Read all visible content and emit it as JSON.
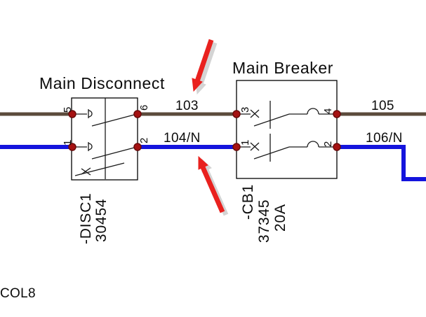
{
  "schematic": {
    "disconnect": {
      "title": "Main Disconnect",
      "tag": "-DISC1",
      "part_number": "30454",
      "terminals": {
        "top_left": "5",
        "top_right": "6",
        "bottom_left": "1",
        "bottom_right": "2"
      }
    },
    "breaker": {
      "title": "Main Breaker",
      "tag": "-CB1",
      "part_number": "37345",
      "rating": "20A",
      "terminals": {
        "top_left": "3",
        "top_right": "4",
        "bottom_left": "1",
        "bottom_right": "2"
      }
    },
    "wire_labels": {
      "phase_mid": "103",
      "neutral_mid": "104/N",
      "phase_out": "105",
      "neutral_out": "106/N"
    },
    "footer_label": "COL8",
    "colors": {
      "phase_wire": "#5b4b3b",
      "neutral_wire": "#1414dd",
      "terminal_dot": "#a51212",
      "terminal_dot_border": "#6b0b0b",
      "annotation_arrow": "#e9211e",
      "arrow_shadow": "#c6c6c6",
      "symbol_line": "#1a1a1a"
    }
  }
}
